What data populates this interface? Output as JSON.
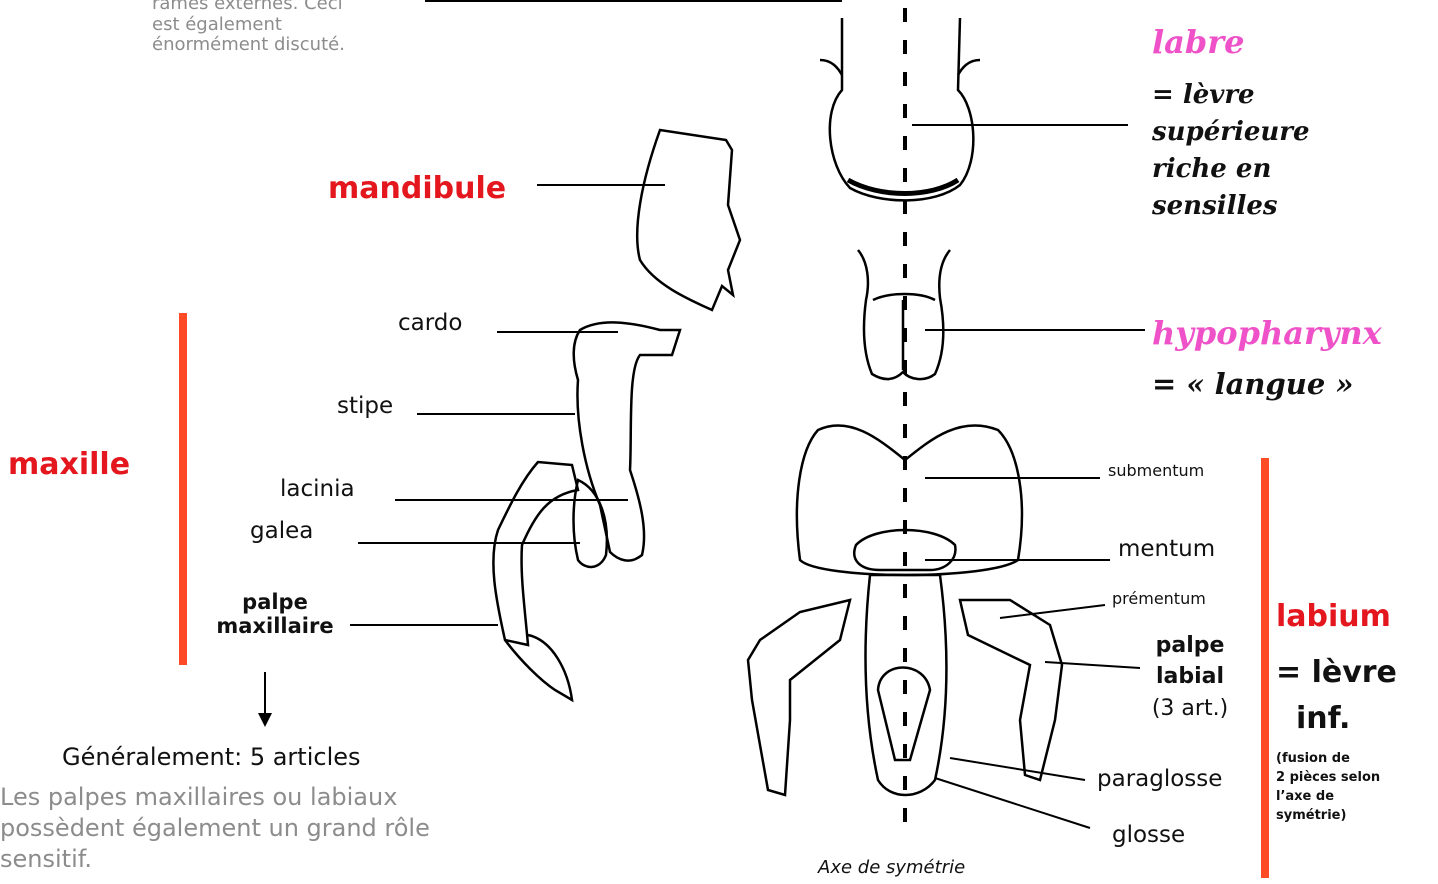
{
  "intro_note": [
    "rames externes. Ceci",
    "est également",
    "énormément discuté."
  ],
  "maxilla_group": {
    "title": "maxille",
    "parts": {
      "cardo": "cardo",
      "stipe": "stipe",
      "lacinia": "lacinia",
      "galea": "galea",
      "palpe_line1": "palpe",
      "palpe_line2": "maxillaire"
    },
    "articles_note": "Généralement: 5 articles"
  },
  "mandible_label": "mandibule",
  "sensitive_note": [
    "Les palpes maxillaires ou labiaux",
    "possèdent également un grand rôle",
    "sensitif."
  ],
  "labrum": {
    "name": "labre",
    "desc": [
      "= lèvre",
      "supérieure",
      "riche en",
      "sensilles"
    ]
  },
  "hypopharynx": {
    "name": "hypopharynx",
    "desc": "= « langue »"
  },
  "labium_group": {
    "parts": {
      "submentum": "submentum",
      "mentum": "mentum",
      "prementum": "prémentum",
      "palpe_line1": "palpe",
      "palpe_line2": "labial",
      "palpe_line3": "(3 art.)",
      "paraglosse": "paraglosse",
      "glosse": "glosse"
    },
    "title": "labium",
    "desc_line1": "= lèvre",
    "desc_line2": "inf.",
    "fusion_note": [
      "(fusion de",
      "2 pièces selon",
      "l’axe de",
      "symétrie)"
    ]
  },
  "axis_label": "Axe de symétrie",
  "colors": {
    "red_label": "#e3171d",
    "pink_label": "#ef52c8",
    "bracket": "#ff4a26",
    "grey_text": "#8c8c8c"
  }
}
